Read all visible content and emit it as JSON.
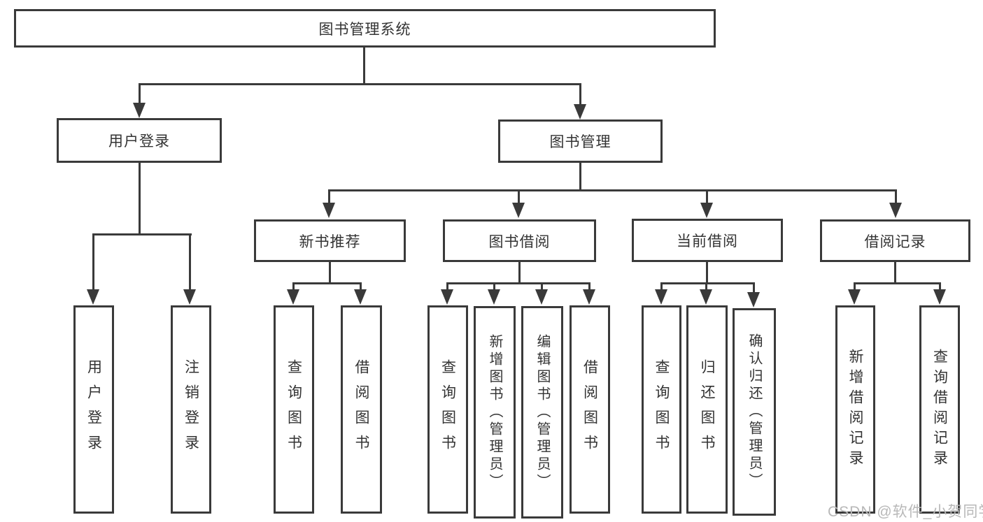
{
  "tree": {
    "label": "图书管理系统",
    "children": [
      {
        "label": "用户登录",
        "children": [
          {
            "label": "用户登录"
          },
          {
            "label": "注销登录"
          }
        ]
      },
      {
        "label": "图书管理",
        "children": [
          {
            "label": "新书推荐",
            "children": [
              {
                "label": "查询图书"
              },
              {
                "label": "借阅图书"
              }
            ]
          },
          {
            "label": "图书借阅",
            "children": [
              {
                "label": "查询图书"
              },
              {
                "label": "新增图书（管理员）"
              },
              {
                "label": "编辑图书（管理员）"
              },
              {
                "label": "借阅图书"
              }
            ]
          },
          {
            "label": "当前借阅",
            "children": [
              {
                "label": "查询图书"
              },
              {
                "label": "归还图书"
              },
              {
                "label": "确认归还（管理员）"
              }
            ]
          },
          {
            "label": "借阅记录",
            "children": [
              {
                "label": "新增借阅记录"
              },
              {
                "label": "查询借阅记录"
              }
            ]
          }
        ]
      }
    ]
  },
  "watermark": {
    "text": "CSDN @软件_小贺同学"
  },
  "colors": {
    "line": "#3a3a3a",
    "text": "#333333",
    "watermark": "#b8b8b8",
    "background": "#ffffff"
  }
}
